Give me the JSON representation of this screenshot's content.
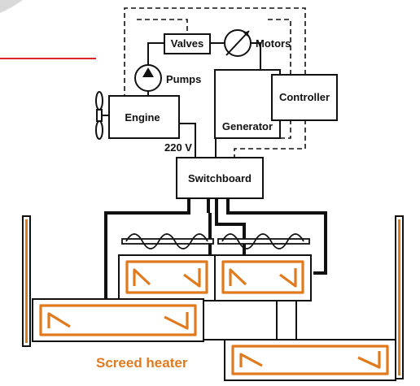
{
  "colors": {
    "line": "#111111",
    "heater": "#e07a1f",
    "accent_rule": "#d9262c",
    "corner_decor": "#d9d9d9",
    "box_fill": "#ffffff"
  },
  "labels": {
    "valves": "Valves",
    "motors": "Motors",
    "pumps": "Pumps",
    "engine": "Engine",
    "generator": "Generator",
    "controller": "Controller",
    "voltage": "220 V",
    "switchboard": "Switchboard",
    "screed_heater": "Screed heater"
  },
  "icons": [
    "propeller-icon",
    "pump-icon",
    "motor-icon",
    "auger-icon",
    "heating-element-icon"
  ]
}
